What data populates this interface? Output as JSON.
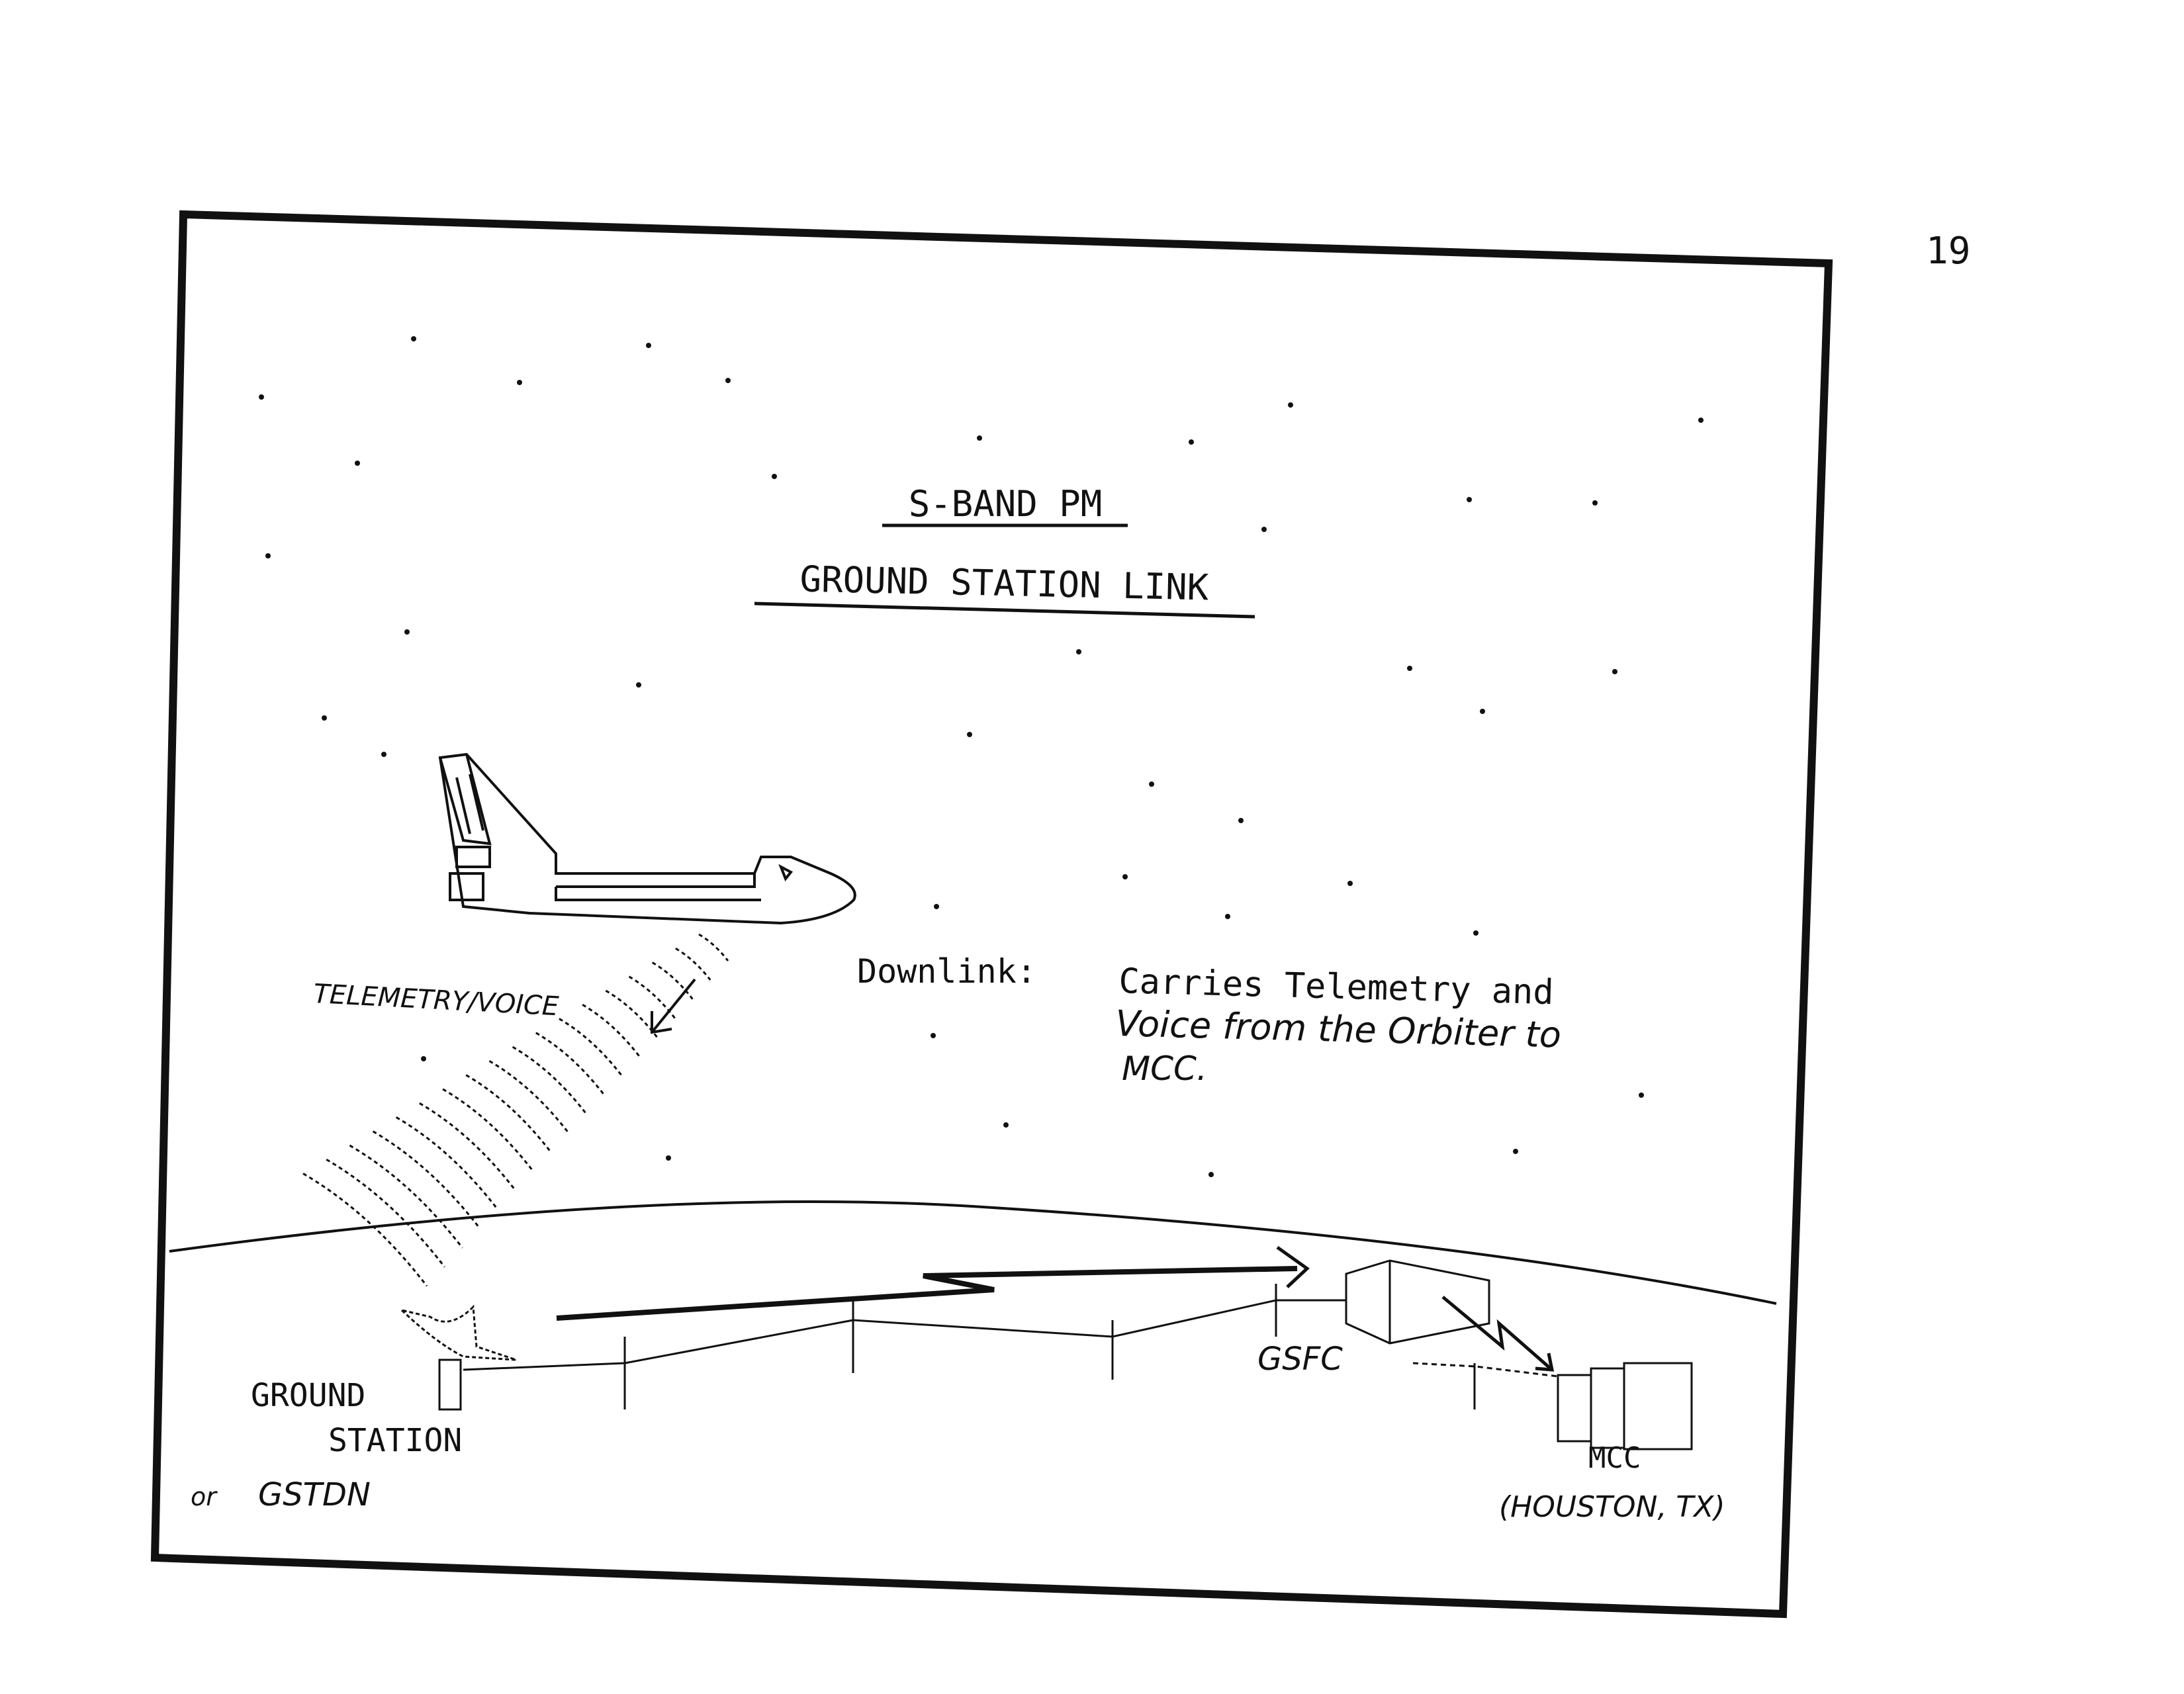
{
  "page_number": "19",
  "title": {
    "line1": "S-BAND PM",
    "line2": "GROUND STATION LINK"
  },
  "labels": {
    "telemetry_voice": "TELEMETRY/VOICE",
    "downlink_prefix": "Downlink:",
    "downlink_line1": "Carries Telemetry and",
    "downlink_line2": "Voice from the Orbiter to",
    "downlink_line3": "MCC.",
    "ground": "GROUND",
    "station": "STATION",
    "or": "or",
    "gstdn": "GSTDN",
    "gsfc": "GSFC",
    "mcc": "MCC",
    "houston": "(HOUSTON, TX)"
  }
}
